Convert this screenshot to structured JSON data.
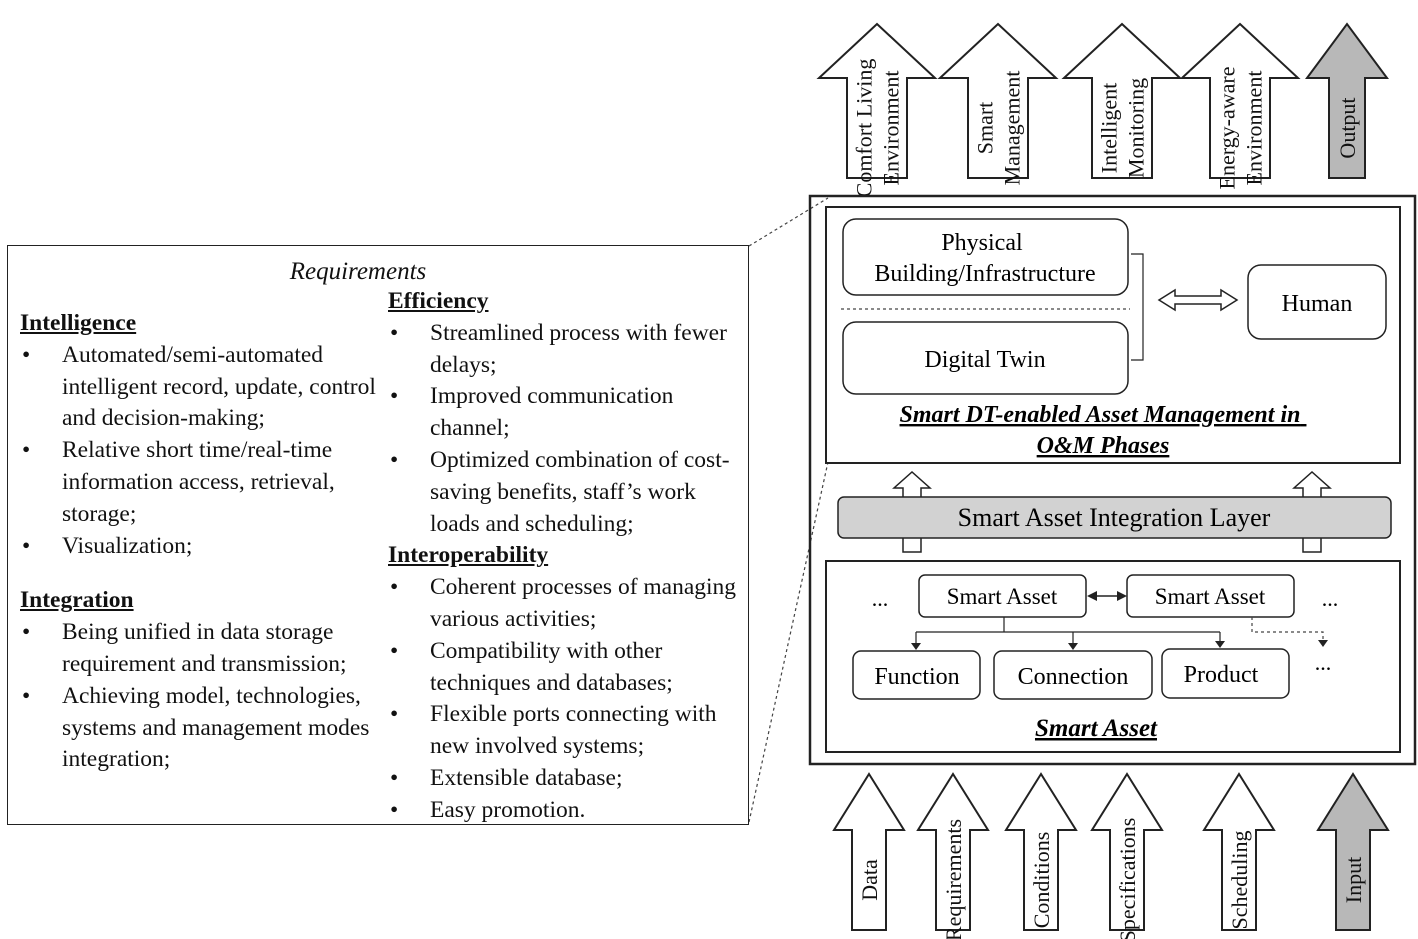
{
  "outputs": [
    {
      "lines": [
        "Comfort Living",
        "Environment"
      ],
      "shaded": false
    },
    {
      "lines": [
        "Smart",
        "Management"
      ],
      "shaded": false
    },
    {
      "lines": [
        "Intelligent",
        "Monitoring"
      ],
      "shaded": false
    },
    {
      "lines": [
        "Energy-aware",
        "Environment"
      ],
      "shaded": false
    },
    {
      "lines": [
        "Output"
      ],
      "shaded": true
    }
  ],
  "inputs": [
    {
      "lines": [
        "Data"
      ],
      "shaded": false
    },
    {
      "lines": [
        "Requirements"
      ],
      "shaded": false
    },
    {
      "lines": [
        "Conditions"
      ],
      "shaded": false
    },
    {
      "lines": [
        "Specifications"
      ],
      "shaded": false
    },
    {
      "lines": [
        "Scheduling"
      ],
      "shaded": false
    },
    {
      "lines": [
        "Input"
      ],
      "shaded": true
    }
  ],
  "dt_section": {
    "physical_lines": [
      "Physical",
      "Building/Infrastructure"
    ],
    "digital_twin": "Digital Twin",
    "human": "Human",
    "title_lines": [
      "Smart DT-enabled Asset Management in",
      "O&M Phases"
    ]
  },
  "integration_layer": "Smart Asset Integration Layer",
  "smart_asset_section": {
    "asset_a": "Smart Asset",
    "asset_b": "Smart Asset",
    "ellipsis_left": "...",
    "ellipsis_right": "...",
    "ellipsis_children": "...",
    "children": [
      "Function",
      "Connection",
      "Product"
    ],
    "title": "Smart Asset"
  },
  "requirements": {
    "title": "Requirements",
    "intelligence": {
      "heading": "Intelligence",
      "items": [
        "Automated/semi-automated intelligent record, update, control and decision-making;",
        "Relative short time/real-time information access, retrieval, storage;",
        "Visualization;"
      ]
    },
    "integration": {
      "heading": "Integration",
      "items": [
        "Being unified in data storage requirement and transmission;",
        "Achieving model, technologies, systems and management modes integration;"
      ]
    },
    "efficiency": {
      "heading": "Efficiency",
      "items": [
        "Streamlined process with fewer delays;",
        "Improved communication channel;",
        "Optimized combination of cost-saving benefits, staff’s work loads and scheduling;"
      ]
    },
    "interoperability": {
      "heading": "Interoperability",
      "items": [
        "Coherent processes of managing various activities;",
        "Compatibility with other techniques and databases;",
        "Flexible ports connecting with new involved systems;",
        "Extensible database;",
        "Easy promotion."
      ]
    }
  },
  "colors": {
    "line": "#222222",
    "shaded_arrow": "#b8b8b8",
    "integration_layer_fill": "#d2d2d2"
  }
}
